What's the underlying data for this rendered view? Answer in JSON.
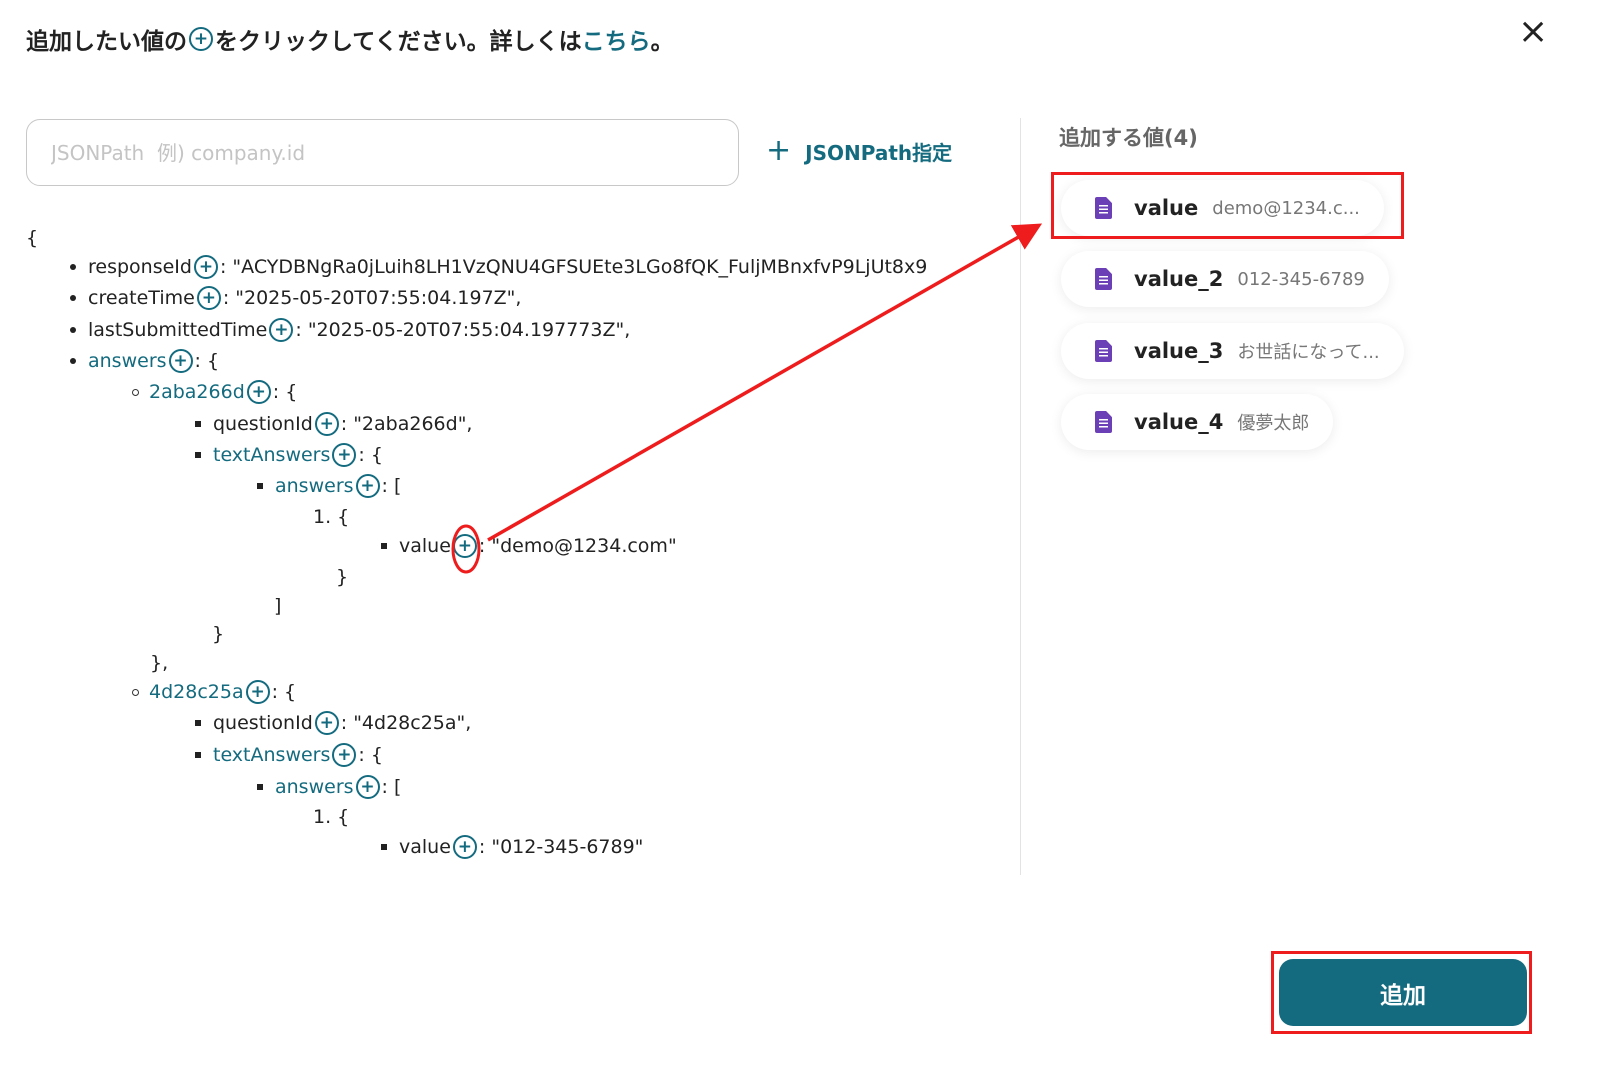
{
  "header": {
    "text_before": "追加したい値の",
    "text_after": "をクリックしてください。詳しくは",
    "link": "こちら",
    "period": "。",
    "close_icon": "×"
  },
  "search": {
    "placeholder": "JSONPath  例) company.id",
    "value": ""
  },
  "jsonpath_button": {
    "icon": "+",
    "label": "JSONPath指定"
  },
  "tree": {
    "open": "{",
    "l1": {
      "key": "responseId",
      "rest": ": \"ACYDBNgRa0jLuih8LH1VzQNU4GFSUEte3LGo8fQK_FuljMBnxfvP9LjUt8x9"
    },
    "l2": {
      "key": "createTime",
      "rest": ": \"2025-05-20T07:55:04.197Z\","
    },
    "l3": {
      "key": "lastSubmittedTime",
      "rest": ": \"2025-05-20T07:55:04.197773Z\","
    },
    "l4": {
      "key": "answers",
      "rest": ": {"
    },
    "l5": {
      "key": "2aba266d",
      "rest": ": {"
    },
    "l6": {
      "key": "questionId",
      "rest": ": \"2aba266d\","
    },
    "l7": {
      "key": "textAnswers",
      "rest": ": {"
    },
    "l8": {
      "key": "answers",
      "rest": ": ["
    },
    "l9": "1. {",
    "l10": {
      "key": "value",
      "rest": ": \"demo@1234.com\""
    },
    "l11": "}",
    "l12": "]",
    "l13": "}",
    "l14": "},",
    "l15": {
      "key": "4d28c25a",
      "rest": ": {"
    },
    "l16": {
      "key": "questionId",
      "rest": ": \"4d28c25a\","
    },
    "l17": {
      "key": "textAnswers",
      "rest": ": {"
    },
    "l18": {
      "key": "answers",
      "rest": ": ["
    },
    "l19": "1. {",
    "l20": {
      "key": "value",
      "rest": ": \"012-345-6789\""
    }
  },
  "panel": {
    "title": "追加する値(4)",
    "items": [
      {
        "name": "value",
        "value": "demo@1234.c..."
      },
      {
        "name": "value_2",
        "value": "012-345-6789"
      },
      {
        "name": "value_3",
        "value": "お世話になって..."
      },
      {
        "name": "value_4",
        "value": "優夢太郎"
      }
    ]
  },
  "add_button": {
    "label": "追加"
  },
  "colors": {
    "accent": "#146b7f",
    "annotation": "#ee1c1c",
    "doc_icon": "#6b3fb5"
  }
}
